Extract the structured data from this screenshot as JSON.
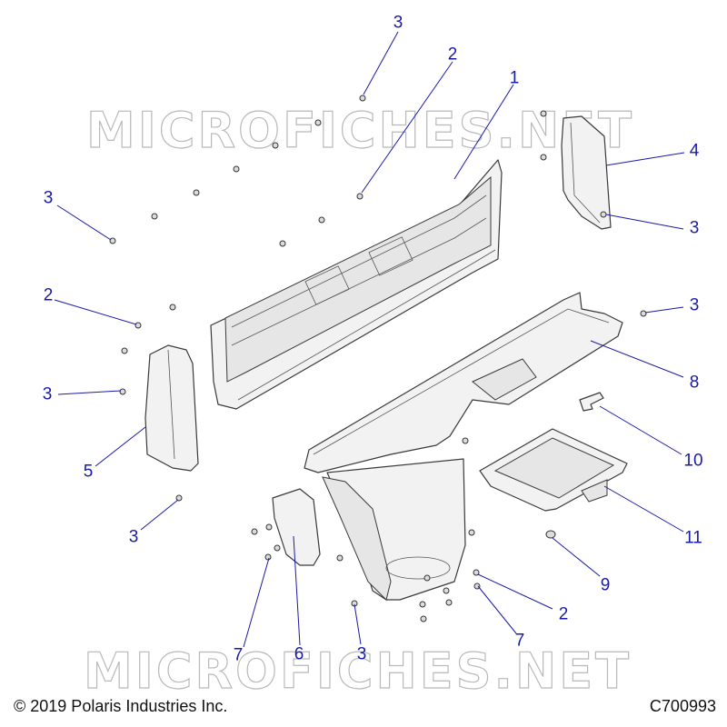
{
  "watermark": "MICROFICHES.NET",
  "copyright": "© 2019 Polaris Industries Inc.",
  "drawing_id": "C700993",
  "colors": {
    "callout": "#1a1aa8",
    "outline": "#3a3a3a",
    "watermark": "#b9b9b9"
  },
  "callouts": [
    {
      "id": "c3a",
      "label": "3"
    },
    {
      "id": "c2a",
      "label": "2"
    },
    {
      "id": "c1",
      "label": "1"
    },
    {
      "id": "c4",
      "label": "4"
    },
    {
      "id": "c3b",
      "label": "3"
    },
    {
      "id": "c3c",
      "label": "3"
    },
    {
      "id": "c3d",
      "label": "3"
    },
    {
      "id": "c2b",
      "label": "2"
    },
    {
      "id": "c8",
      "label": "8"
    },
    {
      "id": "c3e",
      "label": "3"
    },
    {
      "id": "c5",
      "label": "5"
    },
    {
      "id": "c10",
      "label": "10"
    },
    {
      "id": "c11",
      "label": "11"
    },
    {
      "id": "c3f",
      "label": "3"
    },
    {
      "id": "c9",
      "label": "9"
    },
    {
      "id": "c2c",
      "label": "2"
    },
    {
      "id": "c7a",
      "label": "7"
    },
    {
      "id": "c6",
      "label": "6"
    },
    {
      "id": "c3g",
      "label": "3"
    },
    {
      "id": "c7b",
      "label": "7"
    }
  ]
}
